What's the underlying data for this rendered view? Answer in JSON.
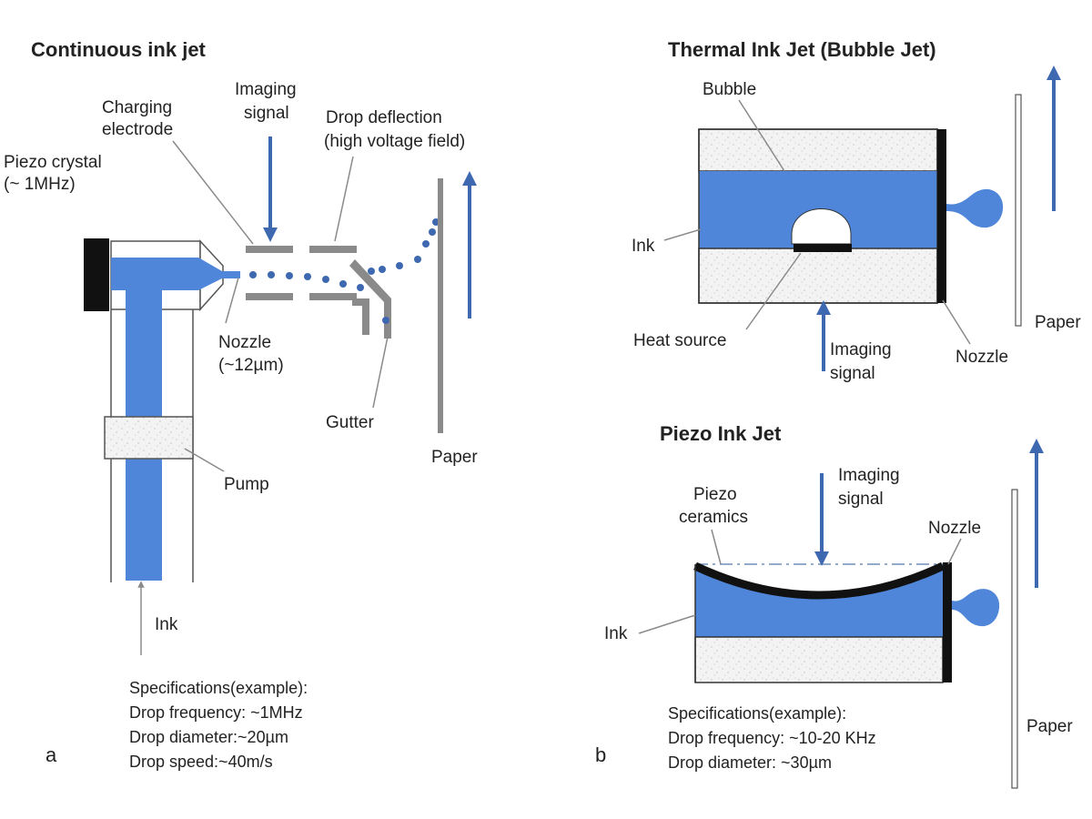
{
  "panel_a": {
    "title": "Continuous ink jet",
    "tag": "a",
    "labels": {
      "charging_electrode": [
        "Charging",
        "electrode"
      ],
      "imaging_signal": [
        "Imaging",
        "signal"
      ],
      "drop_deflection": [
        "Drop deflection",
        "(high voltage field)"
      ],
      "piezo_crystal": [
        "Piezo crystal",
        "(~ 1MHz)"
      ],
      "nozzle": [
        "Nozzle",
        "(~12µm)"
      ],
      "gutter": "Gutter",
      "paper": "Paper",
      "pump": "Pump",
      "ink": "Ink"
    },
    "specs": [
      "Specifications(example):",
      "Drop frequency: ~1MHz",
      "Drop diameter:~20µm",
      "Drop speed:~40m/s"
    ]
  },
  "panel_b": {
    "tag": "b",
    "thermal": {
      "title": "Thermal Ink Jet (Bubble Jet)",
      "labels": {
        "bubble": "Bubble",
        "ink": "Ink",
        "heat_source": "Heat source",
        "imaging_signal": [
          "Imaging",
          "signal"
        ],
        "nozzle": "Nozzle",
        "paper": "Paper"
      }
    },
    "piezo": {
      "title": "Piezo Ink Jet",
      "labels": {
        "imaging_signal": [
          "Imaging",
          "signal"
        ],
        "piezo_ceramics": [
          "Piezo",
          "ceramics"
        ],
        "nozzle": "Nozzle",
        "ink": "Ink",
        "paper": "Paper"
      },
      "specs": [
        "Specifications(example):",
        "Drop frequency: ~10-20 KHz",
        "Drop diameter: ~30µm"
      ]
    }
  },
  "colors": {
    "ink_blue": "#4f86d9",
    "arrow_blue": "#3e68b0",
    "gray": "#8a8a8a",
    "black": "#111111",
    "speckle_fill": "#ececec"
  }
}
